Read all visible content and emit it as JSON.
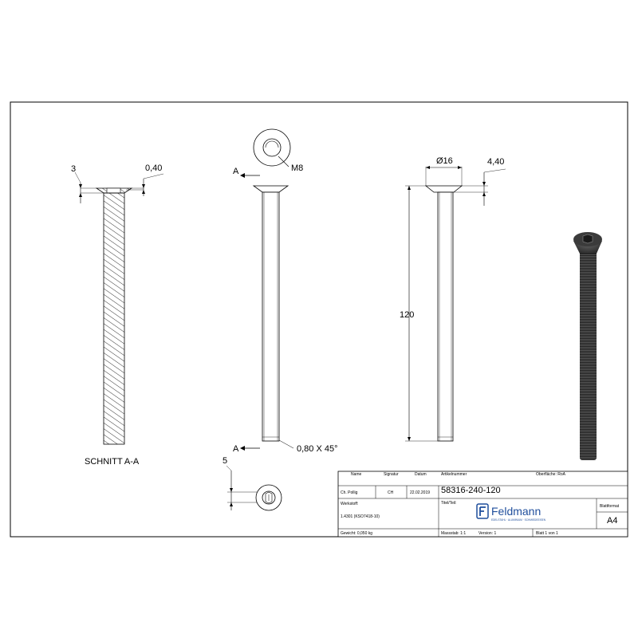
{
  "views": {
    "section_label": "SCHNITT A-A",
    "dim_head_height": "3",
    "dim_recess": "0,40",
    "thread_label": "M8",
    "section_marker_top": "A",
    "section_marker_bottom": "A",
    "chamfer_label": "0,80 X 45°",
    "dim_diameter": "Ø16",
    "dim_head_offset": "4,40",
    "dim_length": "120",
    "dim_socket_depth": "5"
  },
  "title_block": {
    "col_name": "Name",
    "col_signature": "Signatur",
    "col_date": "Datum",
    "drawn_name": "Ch. Pollig",
    "drawn_signature": "CH",
    "drawn_date": "22.02.2019",
    "material_label": "Werkstoff:",
    "material_value": "1.4301 (KSO7418-10)",
    "weight": "Gewicht: 0,050 kg",
    "article_label": "Artikelnummer",
    "article_value": "58316-240-120",
    "surface": "Oberfläche: RoA",
    "title_label": "Titel/Teil:",
    "logo_text": "Feldmann",
    "logo_tagline": "EDELSTAHL · ALUMINIUM · SCHMIEDEEISEN",
    "format_label": "Blattformat",
    "format_value": "A4",
    "scale": "Massstab: 1:1",
    "version": "Version: 1",
    "sheet": "Blatt 1 von 1"
  }
}
